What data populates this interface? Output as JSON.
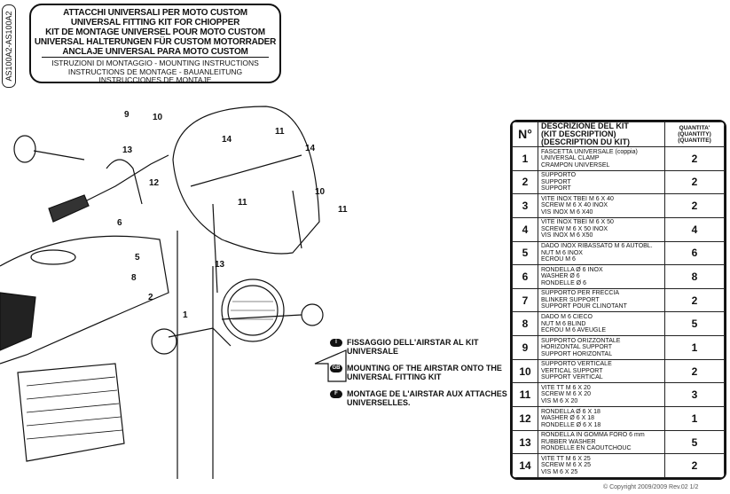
{
  "side_code": "AS100A2-AS100A2",
  "title": {
    "lines": [
      "ATTACCHI UNIVERSALI PER MOTO CUSTOM",
      "UNIVERSAL FITTING KIT FOR CHIOPPER",
      "KIT DE MONTAGE UNIVERSEL POUR MOTO CUSTOM",
      "UNIVERSAL HALTERUNGEN FÜR CUSTOM MOTORRADER",
      "ANCLAJE UNIVERSAL PARA MOTO CUSTOM"
    ],
    "sub": [
      "ISTRUZIONI DI MONTAGGIO  -  MOUNTING INSTRUCTIONS",
      "INSTRUCTIONS DE MONTAGE - BAUANLEITUNG",
      "INSTRUCCIONES DE MONTAJE"
    ]
  },
  "callouts": [
    "9",
    "10",
    "13",
    "14",
    "11",
    "14",
    "10",
    "11",
    "12",
    "6",
    "11",
    "13",
    "5",
    "8",
    "2",
    "1"
  ],
  "legend": [
    {
      "flag": "I",
      "text": "FISSAGGIO DELL'AIRSTAR AL KIT UNIVERSALE"
    },
    {
      "flag": "GB",
      "text": "MOUNTING OF THE AIRSTAR   ONTO THE UNIVERSAL FITTING KIT"
    },
    {
      "flag": "F",
      "text": "MONTAGE DE L'AIRSTAR AUX ATTACHES UNIVERSELLES."
    }
  ],
  "table": {
    "headers": {
      "n": "N°",
      "desc": [
        "DESCRIZIONE DEL KIT",
        "(KIT DESCRIPTION)",
        "(DESCRIPTION DU KIT)"
      ],
      "qty": [
        "QUANTITA'",
        "(QUANTITY)",
        "(QUANTITE)"
      ]
    },
    "rows": [
      {
        "n": "1",
        "desc": [
          "FASCETTA UNIVERSALE (coppia)",
          "UNIVERSAL CLAMP",
          "CRAMPON UNIVERSEL"
        ],
        "qty": "2"
      },
      {
        "n": "2",
        "desc": [
          "SUPPORTO",
          "SUPPORT",
          "SUPPORT"
        ],
        "qty": "2"
      },
      {
        "n": "3",
        "desc": [
          "VITE  INOX TBEI M 6 X 40",
          "SCREW M 6 X 40 INOX",
          "VIS   INOX M 6 X40"
        ],
        "qty": "2"
      },
      {
        "n": "4",
        "desc": [
          "VITE  INOX TBEI M 6 X 50",
          "SCREW M 6 X 50 INOX",
          "VIS   INOX M 6 X50"
        ],
        "qty": "4"
      },
      {
        "n": "5",
        "desc": [
          "DADO INOX RIBASSATO M 6 AUTOBL.",
          "NUT M 6 INOX",
          "ECROU M 6"
        ],
        "qty": "6"
      },
      {
        "n": "6",
        "desc": [
          "RONDELLA Ø 6 INOX",
          "WASHER Ø 6",
          "RONDELLE Ø 6"
        ],
        "qty": "8"
      },
      {
        "n": "7",
        "desc": [
          "SUPPORTO PER FRECCIA",
          "BLINKER SUPPORT",
          "SUPPORT POUR CLINOTANT"
        ],
        "qty": "2"
      },
      {
        "n": "8",
        "desc": [
          "DADO M 6 CIECO",
          "NUT M  6 BLIND",
          "ECROU M 6 AVEUGLE"
        ],
        "qty": "5"
      },
      {
        "n": "9",
        "desc": [
          "SUPPORTO ORIZZONTALE",
          "HORIZONTAL SUPPORT",
          "SUPPORT  HORIZONTAL"
        ],
        "qty": "1"
      },
      {
        "n": "10",
        "desc": [
          "SUPPORTO VERTICALE",
          "VERTICAL  SUPPORT",
          "SUPPORT  VERTICAL"
        ],
        "qty": "2"
      },
      {
        "n": "11",
        "desc": [
          "VITE  TT M  6 X 20",
          "SCREW M 6 X 20",
          "VIS  M 6 X 20"
        ],
        "qty": "3"
      },
      {
        "n": "12",
        "desc": [
          "RONDELLA  Ø  6 X 18",
          "WASHER Ø  6 X 18",
          "RONDELLE  Ø  6 X 18"
        ],
        "qty": "1"
      },
      {
        "n": "13",
        "desc": [
          "RONDELLA  IN  GOMMA FORO 6 mm",
          "RUBBER  WASHER",
          "RONDELLE  EN  CAOUTCHOUC"
        ],
        "qty": "5"
      },
      {
        "n": "14",
        "desc": [
          "VITE  TT M  6 X 25",
          "SCREW M 6 X 25",
          "VIS  M 6 X 25"
        ],
        "qty": "2"
      }
    ]
  },
  "copyright": "© Copyright 2009/2009 Rev.02 1/2"
}
